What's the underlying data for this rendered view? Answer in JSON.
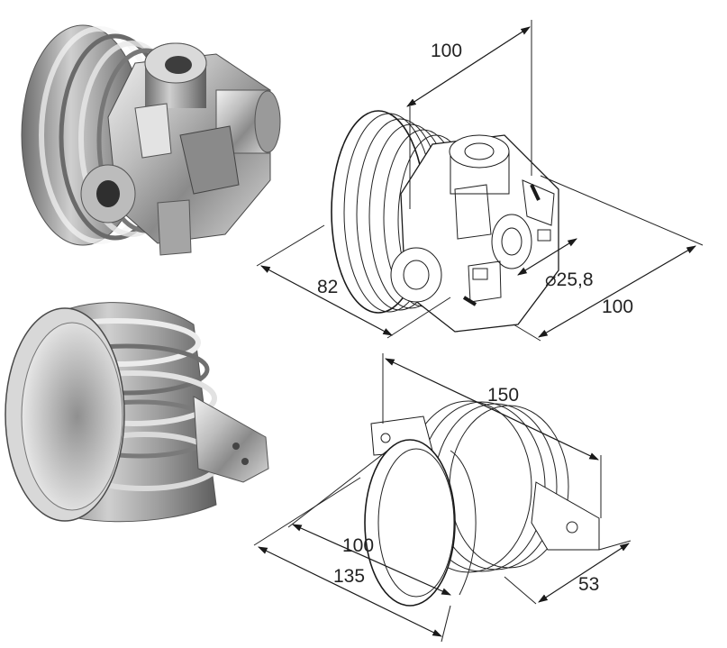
{
  "dimensions": {
    "adapter_width": "100",
    "adapter_length": "82",
    "adapter_bore": "⌀25,8",
    "adapter_depth": "100",
    "bracket_span": "150",
    "bracket_inner_dia": "100",
    "bracket_outer_dia": "135",
    "bracket_depth": "53"
  },
  "colors": {
    "metal_light": "#e6e6e6",
    "metal_mid": "#a9a9a9",
    "metal_dark": "#5c5c5c",
    "line": "#1a1a1a"
  }
}
